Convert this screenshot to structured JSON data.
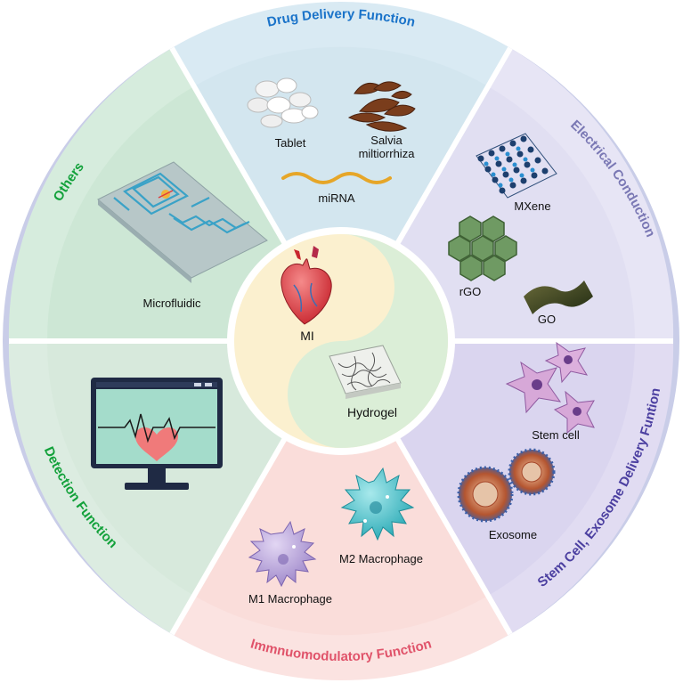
{
  "categories": {
    "drug_delivery": {
      "title": "Drug Delivery Function",
      "color": "#1a73c9"
    },
    "electrical": {
      "title": "Electrical Conduction",
      "color": "#7a78b4"
    },
    "stem_cell": {
      "title": "Stem Cell, Exosome Delivery Funtion",
      "color": "#4b3fa0"
    },
    "immuno": {
      "title": "Immnuomodulatory Function",
      "color": "#e0536a"
    },
    "detection": {
      "title": "Detection Function",
      "color": "#12a13a"
    },
    "others": {
      "title": "Others",
      "color": "#12a13a"
    }
  },
  "items": {
    "tablet": "Tablet",
    "salvia": [
      "Salvia",
      "miltiorrhiza"
    ],
    "mirna": "miRNA",
    "mxene": "MXene",
    "rgo": "rGO",
    "go": "GO",
    "stem_cell": "Stem cell",
    "exosome": "Exosome",
    "m2": "M2 Macrophage",
    "m1": "M1 Macrophage",
    "microfluidic": "Microfluidic"
  },
  "center": {
    "mi": "MI",
    "hydrogel": "Hydrogel"
  }
}
